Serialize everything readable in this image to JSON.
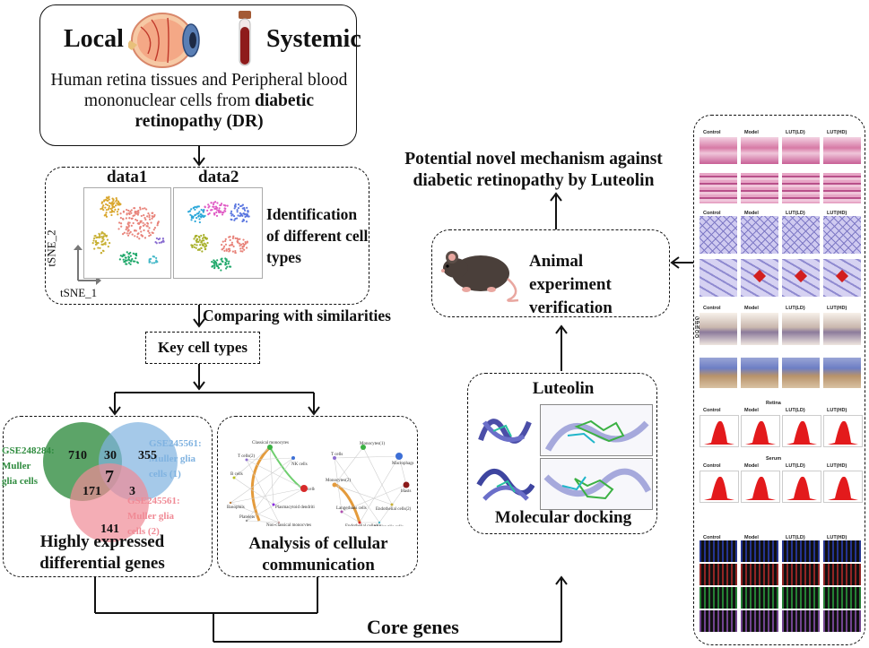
{
  "top_box": {
    "local_label": "Local",
    "systemic_label": "Systemic",
    "description_plain": "Human retina tissues and Peripheral blood mononuclear cells from",
    "description_bold": "diabetic retinopathy (DR)"
  },
  "tsne": {
    "data1_label": "data1",
    "data2_label": "data2",
    "axis_y": "tSNE_2",
    "axis_x": "tSNE_1",
    "identification_text": "Identification of different cell types"
  },
  "arrows": {
    "comparing_label": "Comparing with similarities"
  },
  "key_cell_types": "Key cell types",
  "venn": {
    "set1_label": "GSE248284: Muller glia cells",
    "set2_label": "GSE245561: Muller glia cells (1)",
    "set3_label": "GSE245561: Muller glia cells (2)",
    "only1": "710",
    "only2": "355",
    "only3": "141",
    "s12": "30",
    "s13": "171",
    "s23": "3",
    "s123": "7",
    "caption": "Highly expressed differential genes"
  },
  "network": {
    "caption": "Analysis of cellular communication",
    "left_nodes": [
      "Classical monocytes",
      "T cells(2)",
      "NK cells",
      "B cells",
      "Basophils",
      "cells(1)",
      "Plasmacytoid dendritic cells",
      "Platelets",
      "Non-classical monocytes"
    ],
    "right_nodes": [
      "Monocytes(1)",
      "T cells",
      "Macrophages",
      "Monocytes(2)",
      "blasts",
      "Langerhans cells",
      "Endothelial cells(2)",
      "Endothelial cells(1)",
      "Muller glia cells"
    ]
  },
  "core_genes": "Core genes",
  "docking": {
    "title": "Luteolin",
    "caption": "Molecular docking"
  },
  "animal": {
    "caption": "Animal experiment verification"
  },
  "mechanism": {
    "text": "Potential novel mechanism against diabetic retinopathy by Luteolin"
  },
  "panel": {
    "group_labels": [
      "Control",
      "Model",
      "LUT(LD)",
      "LUT(HD)"
    ],
    "retina_label": "Retina",
    "serum_label": "Serum",
    "layer_labels": [
      "GCL",
      "IPL",
      "INL",
      "OPL",
      "ONL"
    ]
  },
  "colors": {
    "venn_green": "#2e8b3e",
    "venn_blue": "#7fb2e0",
    "venn_pink": "#f08a95",
    "he_pink": "#d77aa6",
    "stain_purple": "#7f7ac6",
    "flow_red": "#e31a1c"
  }
}
